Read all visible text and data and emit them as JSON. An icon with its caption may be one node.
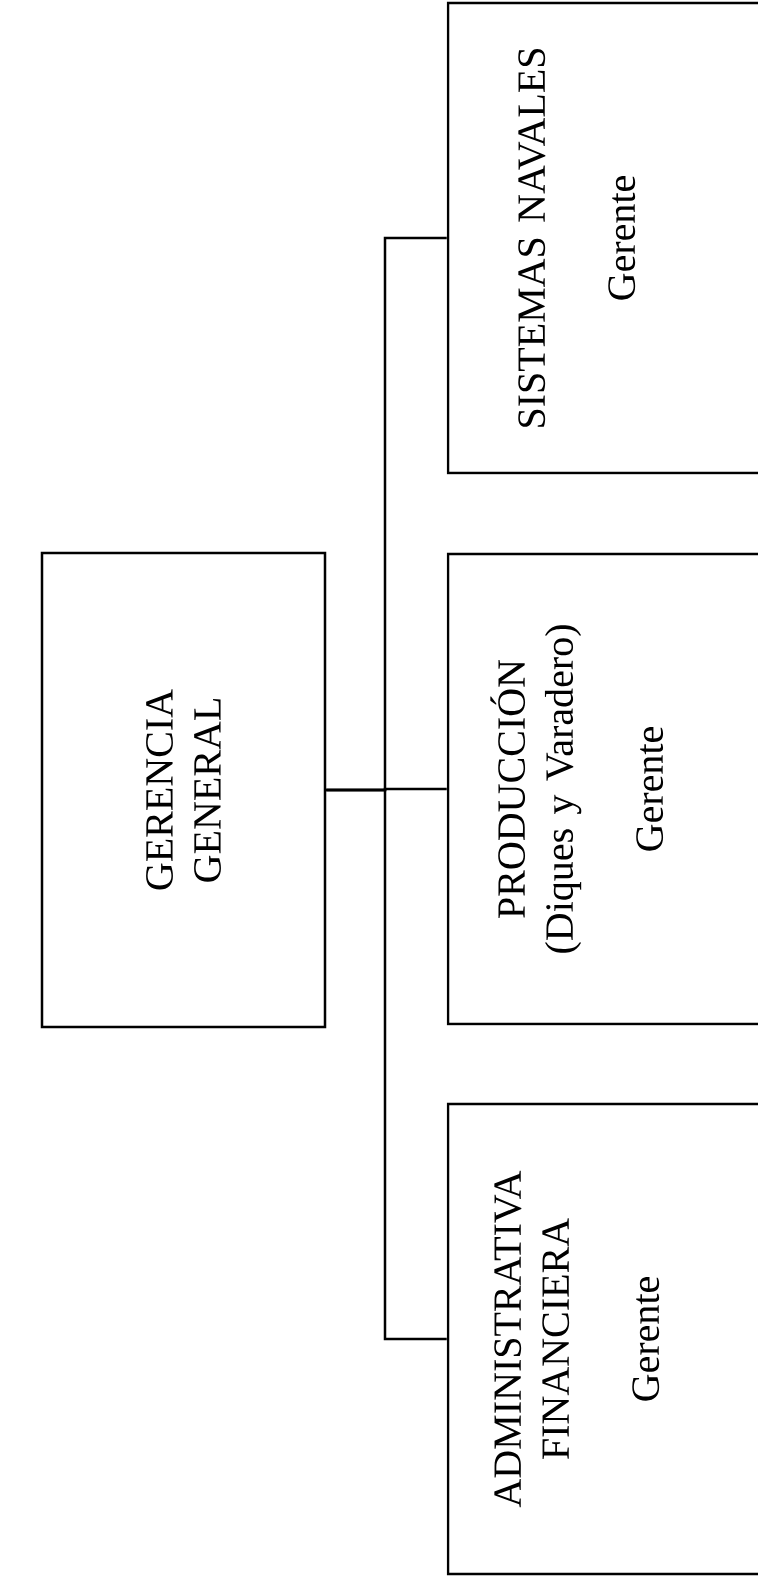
{
  "diagram": {
    "nodes": [
      {
        "text": [
          "GERENCIA GENERAL"
        ]
      },
      {
        "text": [
          "ADMINISTRATIVA FINANCIERA",
          "Gerente"
        ]
      },
      {
        "text": [
          "PRODUCCIÓN (Diques y Varadero)",
          "Gerente"
        ]
      },
      {
        "text": [
          "SISTEMAS NAVALES",
          "Gerente"
        ]
      }
    ],
    "edges": [
      {
        "from": 0,
        "to": 1,
        "arrow": "none"
      },
      {
        "from": 0,
        "to": 2,
        "arrow": "none"
      },
      {
        "from": 0,
        "to": 3,
        "arrow": "none"
      }
    ]
  }
}
